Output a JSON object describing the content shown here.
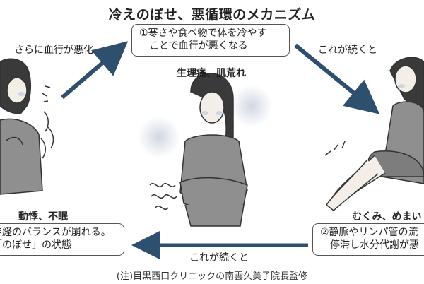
{
  "title": "冷えのぼせ、悪循環のメカニズム",
  "steps": {
    "step1": {
      "line1": "①寒さや食べ物で体を冷やす",
      "line2": "ことで血行が悪くなる"
    },
    "step2": {
      "line1": "②静脈やリンパ管の流",
      "line2": "停滞し水分代謝が悪"
    },
    "step3": {
      "line1": "神経のバランスが崩れる。",
      "line2": "「のぼせ」の状態"
    }
  },
  "arrows": {
    "top_left": "さらに血行が悪化",
    "top_right": "これが続くと",
    "bottom": "これが続くと"
  },
  "symptoms": {
    "center": "生理痛、肌荒れ",
    "right": "むくみ、めまい",
    "left": "動悸、不眠"
  },
  "footnote": "(注)目黒西口クリニックの南雲久美子院長監修",
  "colors": {
    "arrow": "#2f4f6f",
    "box_border": "#555555",
    "blush": "#d9dde6"
  }
}
